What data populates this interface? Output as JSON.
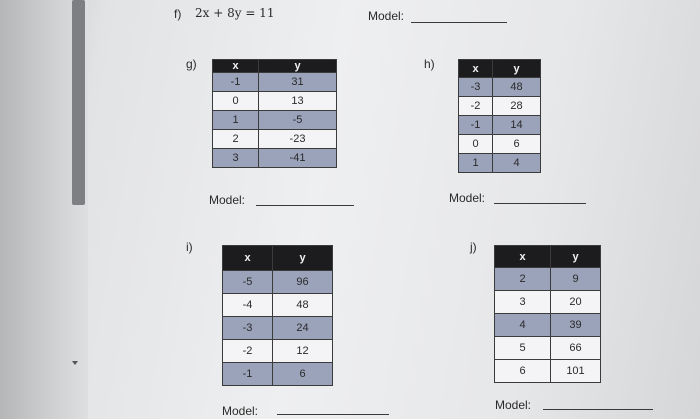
{
  "problem_f": {
    "label": "f)",
    "equation": "2x + 8y = 11",
    "model_label": "Model:"
  },
  "problems": [
    {
      "label": "g)",
      "headers": [
        "x",
        "y"
      ],
      "rows": [
        [
          "-1",
          "31"
        ],
        [
          "0",
          "13"
        ],
        [
          "1",
          "-5"
        ],
        [
          "2",
          "-23"
        ],
        [
          "3",
          "-41"
        ]
      ],
      "model_label": "Model:"
    },
    {
      "label": "h)",
      "headers": [
        "x",
        "y"
      ],
      "rows": [
        [
          "-3",
          "48"
        ],
        [
          "-2",
          "28"
        ],
        [
          "-1",
          "14"
        ],
        [
          "0",
          "6"
        ],
        [
          "1",
          "4"
        ]
      ],
      "model_label": "Model:"
    },
    {
      "label": "i)",
      "headers": [
        "x",
        "y"
      ],
      "rows": [
        [
          "-5",
          "96"
        ],
        [
          "-4",
          "48"
        ],
        [
          "-3",
          "24"
        ],
        [
          "-2",
          "12"
        ],
        [
          "-1",
          "6"
        ]
      ],
      "model_label": "Model:"
    },
    {
      "label": "j)",
      "headers": [
        "x",
        "y"
      ],
      "rows": [
        [
          "2",
          "9"
        ],
        [
          "3",
          "20"
        ],
        [
          "4",
          "39"
        ],
        [
          "5",
          "66"
        ],
        [
          "6",
          "101"
        ]
      ],
      "model_label": "Model:"
    }
  ],
  "colors": {
    "header_fill": "#1c1c1e",
    "shaded_row_fill": "#9ba3bb",
    "plain_row_fill": "#f4f4f6"
  }
}
